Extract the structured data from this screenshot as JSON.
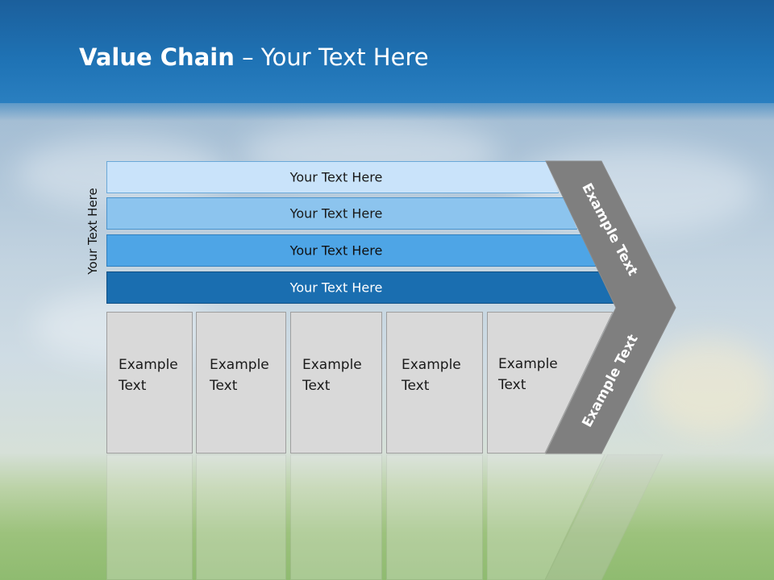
{
  "title": {
    "bold": "Value Chain",
    "rest": " – Your Text Here"
  },
  "side_label": "Your Text Here",
  "bands": [
    {
      "label": "Your Text Here",
      "color": "#c9e3fa"
    },
    {
      "label": "Your Text Here",
      "color": "#8cc4ee"
    },
    {
      "label": "Your Text Here",
      "color": "#4ea5e6"
    },
    {
      "label": "Your Text Here",
      "color": "#1a6eb0"
    }
  ],
  "boxes": [
    {
      "line1": "Example",
      "line2": "Text"
    },
    {
      "line1": "Example",
      "line2": "Text"
    },
    {
      "line1": "Example",
      "line2": "Text"
    },
    {
      "line1": "Example",
      "line2": "Text"
    },
    {
      "line1": "Example",
      "line2": "Text"
    }
  ],
  "chevron": {
    "upper_label": "Example Text",
    "lower_label": "Example Text",
    "color": "#7f7f7f"
  }
}
